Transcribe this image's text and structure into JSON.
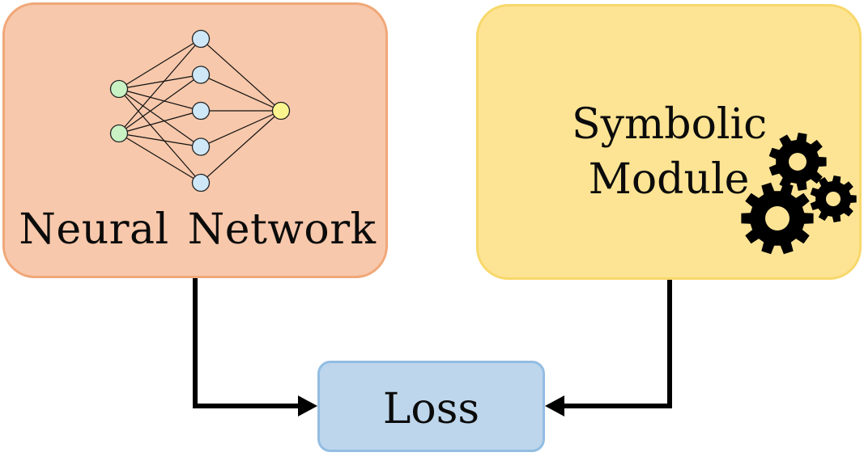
{
  "diagram": {
    "neural_network": {
      "label": "Neural Network",
      "fill_color": "#f7c8ab",
      "border_color": "#f0a778",
      "network_icon": "neural-network-icon",
      "layers": [
        {
          "node_count": 2,
          "color": "#c9f2c4"
        },
        {
          "node_count": 5,
          "color": "#cfe8f8"
        },
        {
          "node_count": 1,
          "color": "#fbf58f"
        }
      ]
    },
    "symbolic_module": {
      "label_line1": "Symbolic",
      "label_line2": "Module",
      "fill_color": "#fde494",
      "border_color": "#f8d86b",
      "icon": "gears-icon"
    },
    "loss": {
      "label": "Loss",
      "fill_color": "#bdd6ec",
      "border_color": "#93bde3"
    },
    "edges": [
      {
        "from": "Neural Network",
        "to": "Loss"
      },
      {
        "from": "Symbolic Module",
        "to": "Loss"
      }
    ]
  }
}
